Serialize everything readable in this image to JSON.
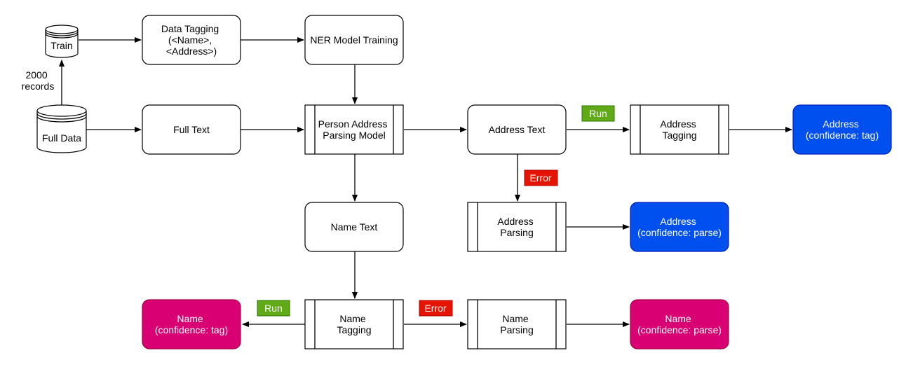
{
  "nodes": {
    "train": {
      "label": "Train"
    },
    "full_data": {
      "label": "Full Data"
    },
    "records_label": {
      "lines": [
        "2000",
        "records"
      ]
    },
    "data_tagging": {
      "lines": [
        "Data Tagging",
        "(<Name>,",
        "<Address>)"
      ]
    },
    "ner_training": {
      "label": "NER Model Training"
    },
    "full_text": {
      "label": "Full Text"
    },
    "pap_model": {
      "lines": [
        "Person Address",
        "Parsing Model"
      ]
    },
    "address_text": {
      "label": "Address Text"
    },
    "address_tagging": {
      "lines": [
        "Address",
        "Tagging"
      ]
    },
    "address_tag_result": {
      "lines": [
        "Address",
        "(confidence: tag)"
      ]
    },
    "address_parsing": {
      "lines": [
        "Address",
        "Parsing"
      ]
    },
    "address_parse_result": {
      "lines": [
        "Address",
        "(confidence: parse)"
      ]
    },
    "name_text": {
      "label": "Name Text"
    },
    "name_tagging": {
      "lines": [
        "Name",
        "Tagging"
      ]
    },
    "name_tag_result": {
      "lines": [
        "Name",
        "(confidence: tag)"
      ]
    },
    "name_parsing": {
      "lines": [
        "Name",
        "Parsing"
      ]
    },
    "name_parse_result": {
      "lines": [
        "Name",
        "(confidence: parse)"
      ]
    }
  },
  "badges": {
    "run_address": "Run",
    "error_address": "Error",
    "run_name": "Run",
    "error_name": "Error"
  },
  "colors": {
    "address_result": "#0050EF",
    "name_result": "#D80073",
    "run_badge": "#60A917",
    "error_badge": "#E51400"
  }
}
